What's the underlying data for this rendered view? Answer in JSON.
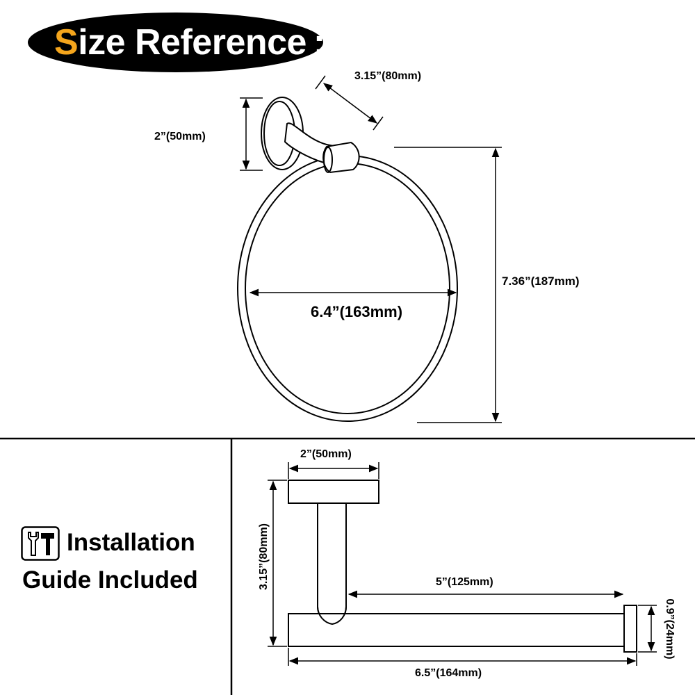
{
  "header": {
    "title_first_letter": "S",
    "title_rest": "ize Reference :",
    "title_full": "Size Reference:"
  },
  "top_view": {
    "depth_label": "3.15”(80mm)",
    "base_height_label": "2”(50mm)",
    "ring_width_label": "6.4”(163mm)",
    "total_height_label": "7.36”(187mm)"
  },
  "install_note": {
    "icon": "tools-icon",
    "line1": "Installation",
    "line2": "Guide Included"
  },
  "side_view": {
    "base_width_label": "2”(50mm)",
    "projection_label": "3.15”(80mm)",
    "bar_length_label": "5”(125mm)",
    "end_height_label": "0.9”(24mm)",
    "total_length_label": "6.5”(164mm)"
  }
}
